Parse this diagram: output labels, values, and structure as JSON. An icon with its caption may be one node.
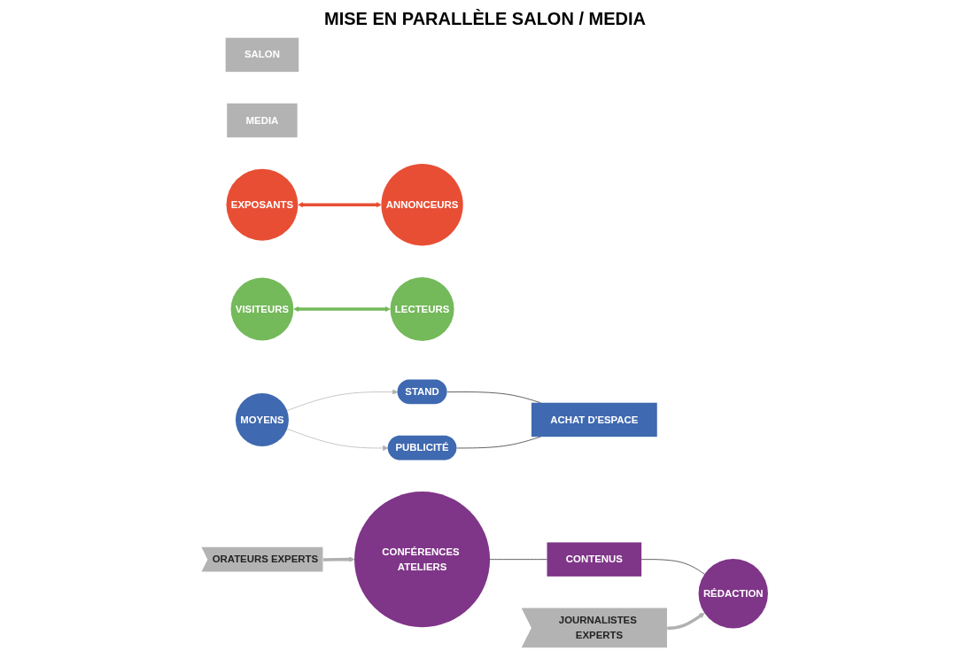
{
  "diagram": {
    "title": "MISE EN PARALLÈLE SALON / MEDIA",
    "nodes": [
      {
        "text": [
          "SALON"
        ]
      },
      {
        "text": [
          "MEDIA"
        ]
      },
      {
        "text": [
          "EXPOSANTS"
        ]
      },
      {
        "text": [
          "ANNONCEURS"
        ]
      },
      {
        "text": [
          "VISITEURS"
        ]
      },
      {
        "text": [
          "LECTEURS"
        ]
      },
      {
        "text": [
          "MOYENS"
        ]
      },
      {
        "text": [
          "STAND"
        ]
      },
      {
        "text": [
          "PUBLICITÉ"
        ]
      },
      {
        "text": [
          "ACHAT D'ESPACE"
        ]
      },
      {
        "text": [
          "ORATEURS EXPERTS"
        ]
      },
      {
        "text": [
          "CONFÉRENCES ATELIERS"
        ]
      },
      {
        "text": [
          "CONTENUS"
        ]
      },
      {
        "text": [
          "RÉDACTION"
        ]
      },
      {
        "text": [
          "JOURNALISTES EXPERTS"
        ]
      }
    ],
    "edges": [
      {
        "from": 2,
        "to": 3,
        "arrow": "both",
        "style": "thick",
        "color": "#e84e34"
      },
      {
        "from": 4,
        "to": 5,
        "arrow": "both",
        "style": "thick",
        "color": "#74b95a"
      },
      {
        "from": 6,
        "to": 7,
        "arrow": "to",
        "color": "#b0b0b0"
      },
      {
        "from": 6,
        "to": 8,
        "arrow": "to",
        "color": "#b0b0b0"
      },
      {
        "from": 7,
        "to": 9,
        "arrow": "none",
        "color": "#222222"
      },
      {
        "from": 8,
        "to": 9,
        "arrow": "none",
        "color": "#222222"
      },
      {
        "from": 10,
        "to": 11,
        "arrow": "to",
        "style": "thick",
        "color": "#b0b0b0"
      },
      {
        "from": 11,
        "to": 12,
        "arrow": "none",
        "color": "#222222"
      },
      {
        "from": 12,
        "to": 13,
        "arrow": "none",
        "color": "#222222"
      },
      {
        "from": 14,
        "to": 13,
        "arrow": "to",
        "style": "thick",
        "color": "#b0b0b0"
      }
    ]
  }
}
